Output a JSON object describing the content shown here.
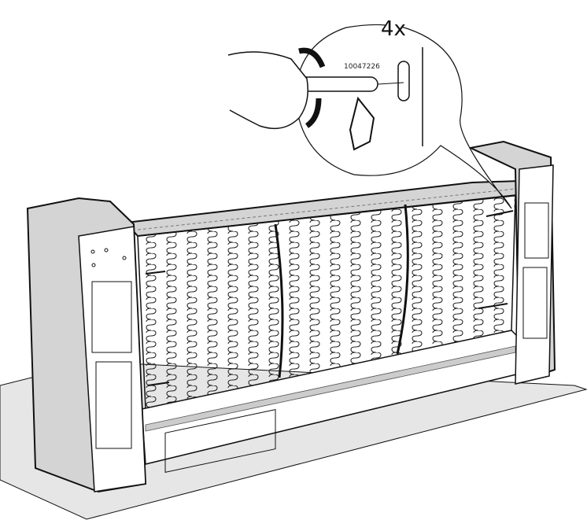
{
  "illustration": {
    "title": "Sofa frame assembly step",
    "detail_callout": {
      "quantity_label": "4x",
      "part_number": "10047226",
      "action": "screw-in-by-hand"
    },
    "icons": [
      "rotate-clockwise-arrow",
      "hand-finger-icon",
      "slotted-hole"
    ],
    "colors": {
      "line": "#111111",
      "fill_gray": "#d4d4d4",
      "floor_gray": "#e6e6e6",
      "background": "#ffffff"
    }
  }
}
